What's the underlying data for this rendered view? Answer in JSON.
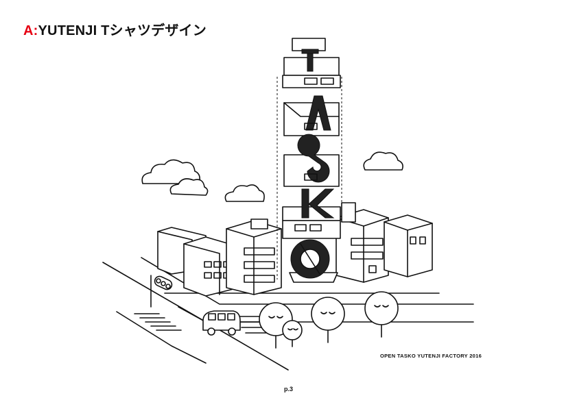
{
  "header": {
    "title_prefix": "A:",
    "title_rest": "YUTENJI Tシャツデザイン",
    "accent_color": "#e60012"
  },
  "illustration": {
    "tower_letters": [
      "T",
      "A",
      "S",
      "K",
      "O"
    ],
    "objects": [
      "clouds",
      "buildings",
      "letter-tower",
      "van",
      "trees",
      "traffic-light",
      "crosswalk",
      "road"
    ]
  },
  "footer": {
    "credit": "OPEN TASKO YUTENJI FACTORY 2016",
    "page_number": "p.3"
  }
}
